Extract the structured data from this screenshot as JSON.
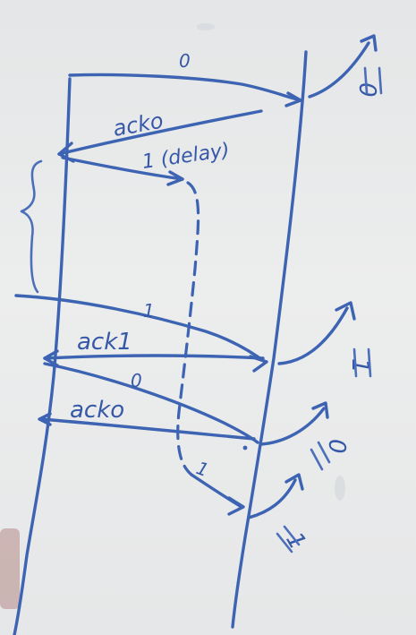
{
  "diagram": {
    "labels": {
      "seq_0_first": "0",
      "ack_0_first": "acko",
      "seq_1_delay": "1 (delay)",
      "seq_1_retransmit": "1",
      "ack_1": "ack1",
      "seq_0_second": "0",
      "ack_0_second": "acko",
      "seq_1_late": "1"
    },
    "receiver_marks": {
      "mark_0_first": "0",
      "mark_1": "1",
      "mark_0_second": "0",
      "mark_1_late": "1"
    },
    "colors": {
      "ink": "#3d63b3",
      "board": "#e9eaea"
    }
  }
}
